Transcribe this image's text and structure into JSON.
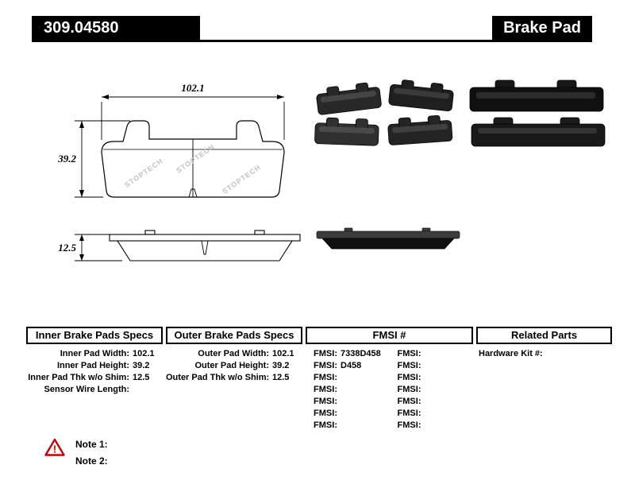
{
  "header": {
    "part_number": "309.04580",
    "product_name": "Brake Pad"
  },
  "drawing": {
    "width_dim": "102.1",
    "height_dim": "39.2",
    "thickness_dim": "12.5",
    "watermark": "STOPTECH"
  },
  "tables": {
    "inner": {
      "title": "Inner Brake Pads Specs",
      "rows": [
        {
          "label": "Inner Pad Width:",
          "value": "102.1"
        },
        {
          "label": "Inner Pad Height:",
          "value": "39.2"
        },
        {
          "label": "Inner Pad Thk w/o Shim:",
          "value": "12.5"
        },
        {
          "label": "Sensor Wire Length:",
          "value": ""
        }
      ]
    },
    "outer": {
      "title": "Outer Brake Pads Specs",
      "rows": [
        {
          "label": "Outer Pad Width:",
          "value": "102.1"
        },
        {
          "label": "Outer Pad Height:",
          "value": "39.2"
        },
        {
          "label": "Outer Pad Thk w/o Shim:",
          "value": "12.5"
        }
      ]
    },
    "fmsi": {
      "title": "FMSI #",
      "left_rows": [
        {
          "label": "FMSI:",
          "value": "7338D458"
        },
        {
          "label": "FMSI:",
          "value": "D458"
        },
        {
          "label": "FMSI:",
          "value": ""
        },
        {
          "label": "FMSI:",
          "value": ""
        },
        {
          "label": "FMSI:",
          "value": ""
        },
        {
          "label": "FMSI:",
          "value": ""
        },
        {
          "label": "FMSI:",
          "value": ""
        }
      ],
      "right_rows": [
        {
          "label": "FMSI:",
          "value": ""
        },
        {
          "label": "FMSI:",
          "value": ""
        },
        {
          "label": "FMSI:",
          "value": ""
        },
        {
          "label": "FMSI:",
          "value": ""
        },
        {
          "label": "FMSI:",
          "value": ""
        },
        {
          "label": "FMSI:",
          "value": ""
        },
        {
          "label": "FMSI:",
          "value": ""
        }
      ]
    },
    "related": {
      "title": "Related Parts",
      "rows": [
        {
          "label": "Hardware Kit #:",
          "value": ""
        }
      ]
    }
  },
  "notes": [
    {
      "label": "Note 1:"
    },
    {
      "label": "Note 2:"
    }
  ],
  "colors": {
    "header_bg": "#000000",
    "accent_red": "#cc0000"
  }
}
